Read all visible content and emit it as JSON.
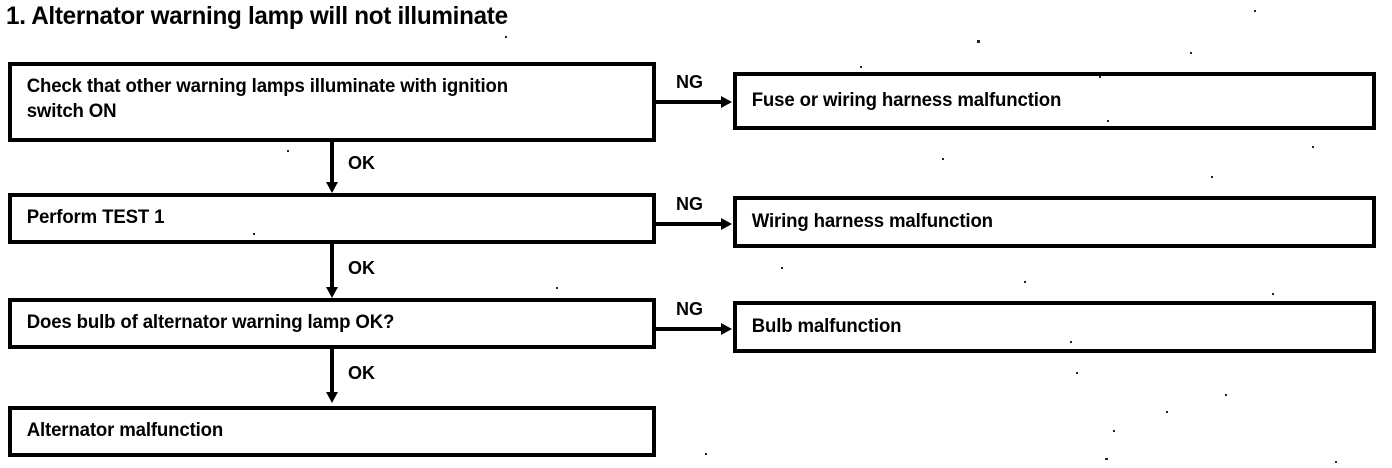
{
  "document": {
    "title": "1. Alternator warning lamp will not illuminate"
  },
  "flowchart": {
    "type": "troubleshooting-flowchart",
    "orientation": "top-to-bottom with right branches",
    "colors": {
      "ink": "#000000",
      "background": "#ffffff"
    },
    "steps": [
      {
        "id": "step-1",
        "label": "Check that other warning lamps illuminate with ignition\nswitch ON",
        "pass_label": "OK",
        "fail_label": "NG",
        "fail_result": "Fuse or wiring harness malfunction"
      },
      {
        "id": "step-2",
        "label": "Perform TEST 1",
        "pass_label": "OK",
        "fail_label": "NG",
        "fail_result": "Wiring harness malfunction"
      },
      {
        "id": "step-3",
        "label": "Does bulb of alternator warning lamp OK?",
        "pass_label": "OK",
        "fail_label": "NG",
        "fail_result": "Bulb malfunction"
      }
    ],
    "outcomes": [
      {
        "id": "outcome-1",
        "label": "Fuse or wiring harness malfunction"
      },
      {
        "id": "outcome-2",
        "label": "Wiring harness malfunction"
      },
      {
        "id": "outcome-3",
        "label": "Bulb malfunction"
      }
    ],
    "final": {
      "id": "final-node",
      "label": "Alternator malfunction"
    },
    "edges": {
      "pass": [
        "OK",
        "OK",
        "OK"
      ],
      "fail": [
        "NG",
        "NG",
        "NG"
      ]
    }
  }
}
